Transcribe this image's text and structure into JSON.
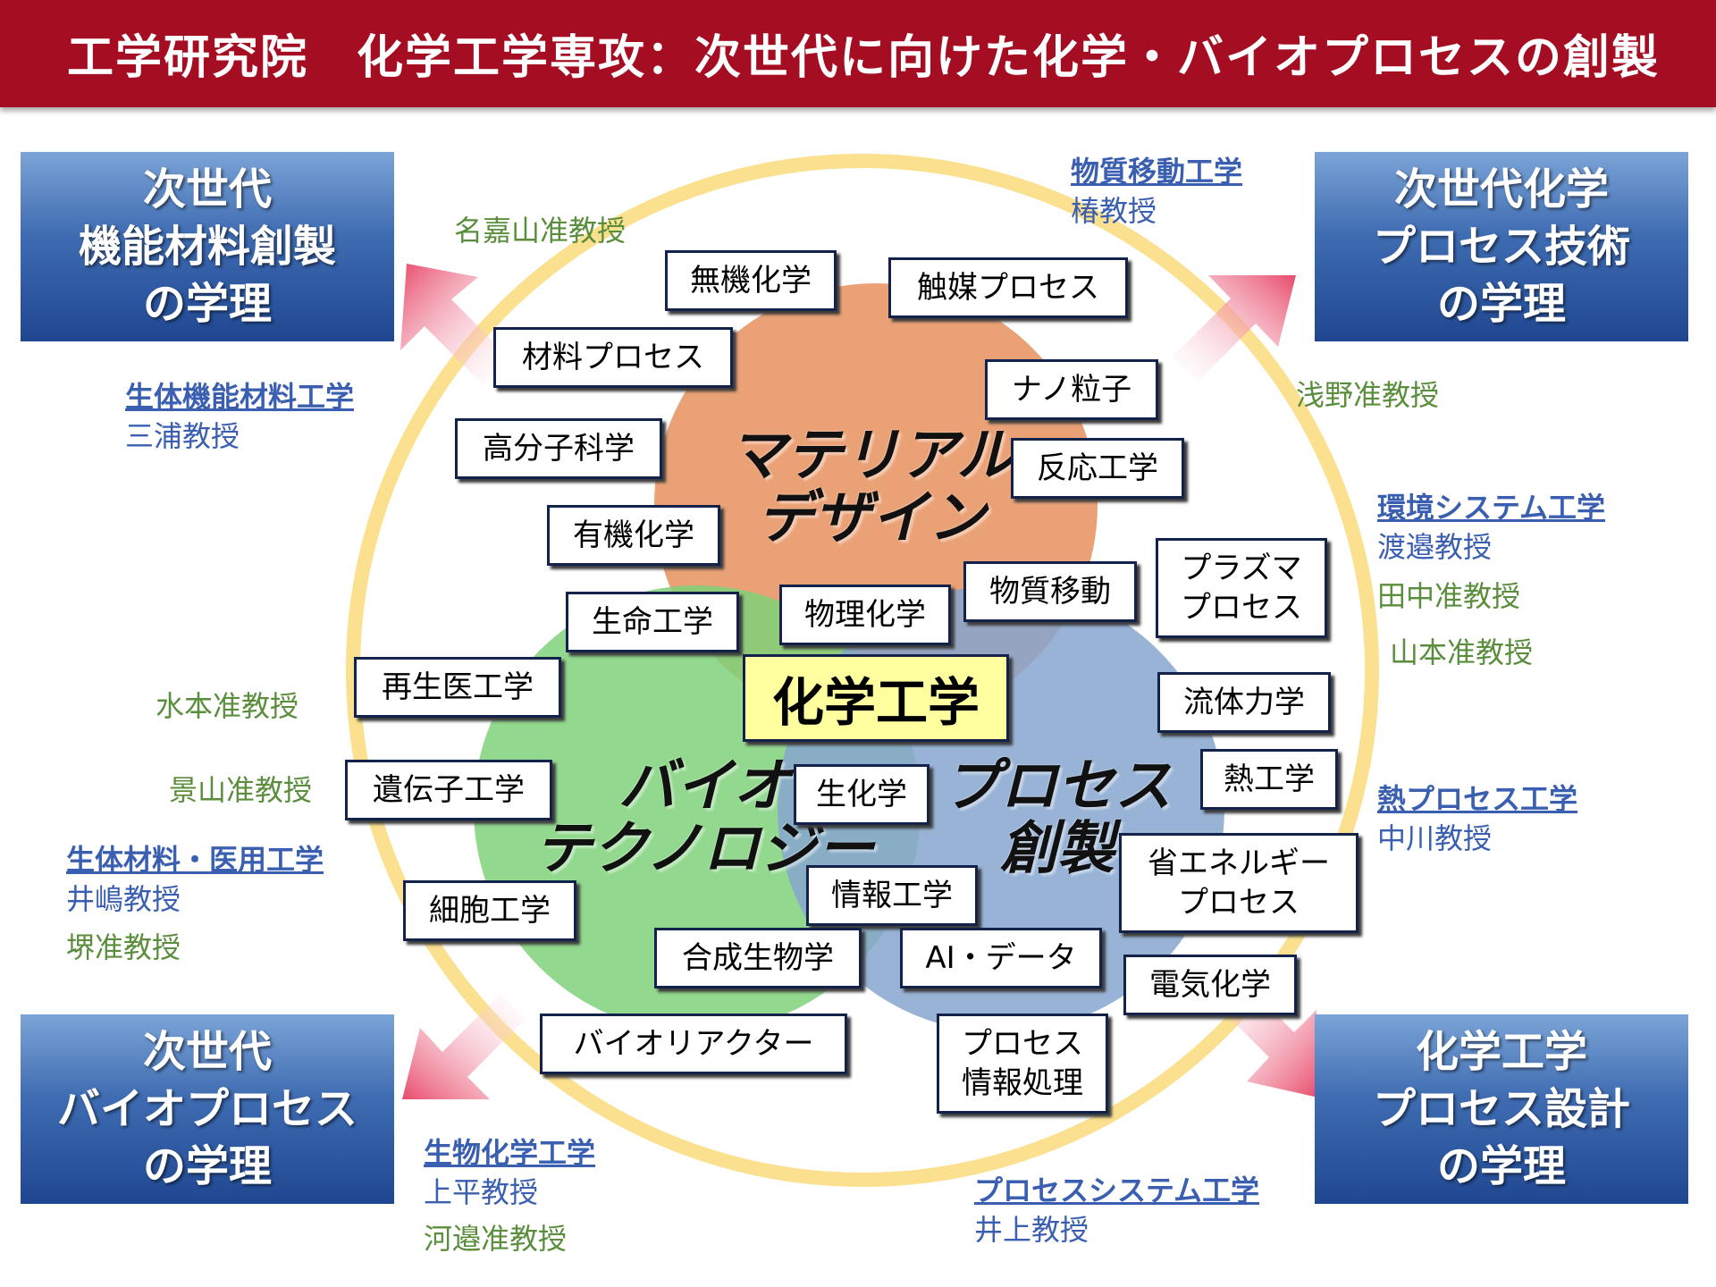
{
  "header": {
    "title": "工学研究院　化学工学専攻：次世代に向けた化学・バイオプロセスの創製"
  },
  "corners": {
    "top_left": [
      "次世代",
      "機能材料創製",
      "の学理"
    ],
    "top_right": [
      "次世代化学",
      "プロセス技術",
      "の学理"
    ],
    "bottom_left": [
      "次世代",
      "バイオプロセス",
      "の学理"
    ],
    "bottom_right": [
      "化学工学",
      "プロセス設計",
      "の学理"
    ]
  },
  "colors": {
    "header": "#a50d23",
    "ring": "#fbe08f",
    "material_circle": "#e8996a",
    "bio_circle": "#7fd17a",
    "process_circle": "#86a6cf",
    "center_box": "#ffffa0",
    "lab_name": "#3b5fb0",
    "associate": "#5a8e3c",
    "arrow": "#e84a6b"
  },
  "areas": {
    "material": [
      "マテリアル",
      "デザイン"
    ],
    "bio": [
      "バイオ",
      "テクノロジー"
    ],
    "process": [
      "プロセス",
      "創製"
    ],
    "center": "化学工学"
  },
  "tags": {
    "mukikagaku": "無機化学",
    "shokubai": "触媒プロセス",
    "zairyo": "材料プロセス",
    "nano": "ナノ粒子",
    "kobunshi": "高分子科学",
    "hanno": "反応工学",
    "yuki": "有機化学",
    "plasma": [
      "プラズマ",
      "プロセス"
    ],
    "busshitsu_ido": "物質移動",
    "seimei": "生命工学",
    "butsuri": "物理化学",
    "saisei": "再生医工学",
    "ryutai": "流体力学",
    "idenshi": "遺伝子工学",
    "seika": "生化学",
    "netsu": "熱工学",
    "shoene": [
      "省エネルギー",
      "プロセス"
    ],
    "saibo": "細胞工学",
    "joho": "情報工学",
    "gosei": "合成生物学",
    "ai": "AI・データ",
    "denki": "電気化学",
    "bioreactor": "バイオリアクター",
    "process_joho": [
      "プロセス",
      "情報処理"
    ]
  },
  "labs": {
    "busshitsu": {
      "name": "物質移動工学",
      "profs": [
        "椿教授"
      ]
    },
    "seitai_kino": {
      "name": "生体機能材料工学",
      "profs": [
        "三浦教授"
      ]
    },
    "kankyo": {
      "name": "環境システム工学",
      "profs": [
        "渡邉教授"
      ]
    },
    "netsu_process": {
      "name": "熱プロセス工学",
      "profs": [
        "中川教授"
      ]
    },
    "seitai_zairyo": {
      "name": "生体材料・医用工学",
      "profs": [
        "井嶋教授"
      ]
    },
    "seibutsu": {
      "name": "生物化学工学",
      "profs": [
        "上平教授"
      ]
    },
    "process_system": {
      "name": "プロセスシステム工学",
      "profs": [
        "井上教授"
      ]
    }
  },
  "associates": {
    "nakayama": "名嘉山准教授",
    "asano": "浅野准教授",
    "tanaka": "田中准教授",
    "yamamoto": "山本准教授",
    "mizumoto": "水本准教授",
    "kageyama": "景山准教授",
    "sakai": "堺准教授",
    "kawabe": "河邉准教授"
  }
}
